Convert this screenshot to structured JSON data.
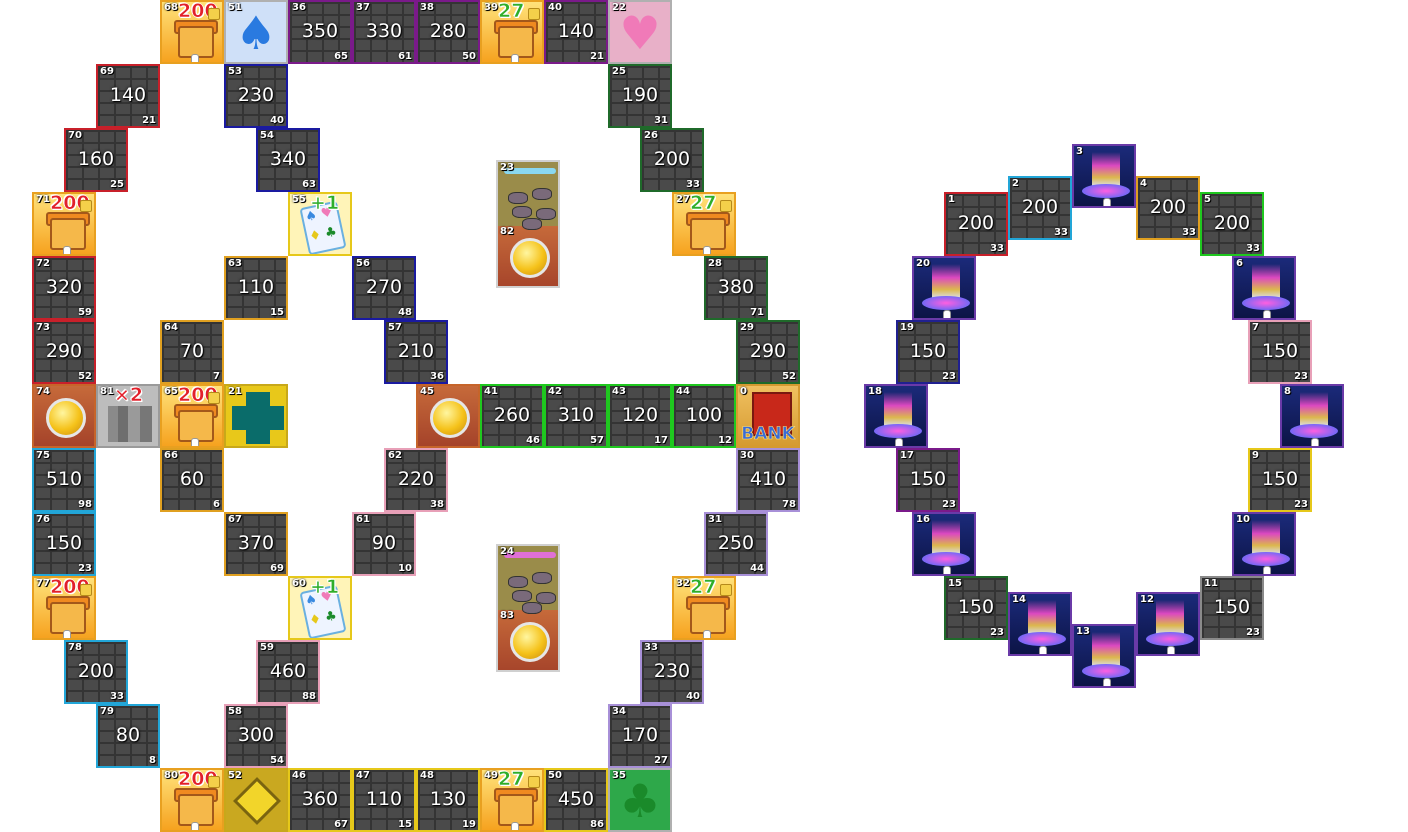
{
  "border_colors": {
    "red": "#c8202a",
    "blue": "#1a1aa0",
    "purple": "#7a1a8a",
    "green": "#1a7a2a",
    "yellow": "#e6c81a",
    "lightblue": "#22a6d8",
    "pink": "#e8a0b8",
    "lavender": "#a890d8",
    "darkgreen": "#1f6a2a",
    "lime": "#1fc81f",
    "orange": "#e0a020",
    "navy": "#202090",
    "gray": "#8a8a8a",
    "violet": "#6a3aa8"
  },
  "board_left": {
    "tiles": [
      {
        "id": "68",
        "type": "shop",
        "badge": "200",
        "badge_color": "red"
      },
      {
        "id": "51",
        "type": "suit",
        "glyph": "♠",
        "glyph_color": "#2a7ae0",
        "bg": "#cfe0f8",
        "icon": "spade-icon"
      },
      {
        "id": "36",
        "type": "prop",
        "price": "350",
        "toll": "65",
        "border": "purple"
      },
      {
        "id": "37",
        "type": "prop",
        "price": "330",
        "toll": "61",
        "border": "purple"
      },
      {
        "id": "38",
        "type": "prop",
        "price": "280",
        "toll": "50",
        "border": "purple"
      },
      {
        "id": "39",
        "type": "shop",
        "badge": "27",
        "badge_color": "green"
      },
      {
        "id": "40",
        "type": "prop",
        "price": "140",
        "toll": "21",
        "border": "purple"
      },
      {
        "id": "22",
        "type": "suit",
        "glyph": "♥",
        "glyph_color": "#f07ab8",
        "bg": "#e8b0c8",
        "icon": "heart-icon"
      },
      {
        "id": "69",
        "type": "prop",
        "price": "140",
        "toll": "21",
        "border": "red"
      },
      {
        "id": "53",
        "type": "prop",
        "price": "230",
        "toll": "40",
        "border": "blue"
      },
      {
        "id": "25",
        "type": "prop",
        "price": "190",
        "toll": "31",
        "border": "darkgreen"
      },
      {
        "id": "70",
        "type": "prop",
        "price": "160",
        "toll": "25",
        "border": "red"
      },
      {
        "id": "54",
        "type": "prop",
        "price": "340",
        "toll": "63",
        "border": "blue"
      },
      {
        "id": "26",
        "type": "prop",
        "price": "200",
        "toll": "33",
        "border": "darkgreen"
      },
      {
        "id": "71",
        "type": "shop",
        "badge": "200",
        "badge_color": "red"
      },
      {
        "id": "55",
        "type": "card",
        "badge": "+1"
      },
      {
        "id": "27",
        "type": "shop",
        "badge": "27",
        "badge_color": "green"
      },
      {
        "id": "72",
        "type": "prop",
        "price": "320",
        "toll": "59",
        "border": "red"
      },
      {
        "id": "63",
        "type": "prop",
        "price": "110",
        "toll": "15",
        "border": "orange"
      },
      {
        "id": "56",
        "type": "prop",
        "price": "270",
        "toll": "48",
        "border": "blue"
      },
      {
        "id": "28",
        "type": "prop",
        "price": "380",
        "toll": "71",
        "border": "darkgreen"
      },
      {
        "id": "73",
        "type": "prop",
        "price": "290",
        "toll": "52",
        "border": "red"
      },
      {
        "id": "64",
        "type": "prop",
        "price": "70",
        "toll": "7",
        "border": "orange"
      },
      {
        "id": "57",
        "type": "prop",
        "price": "210",
        "toll": "36",
        "border": "blue"
      },
      {
        "id": "29",
        "type": "prop",
        "price": "290",
        "toll": "52",
        "border": "darkgreen"
      },
      {
        "id": "74",
        "type": "bonus"
      },
      {
        "id": "81",
        "type": "city",
        "badge": "×2",
        "badge_color": "red"
      },
      {
        "id": "65",
        "type": "shop",
        "badge": "200",
        "badge_color": "red"
      },
      {
        "id": "21",
        "type": "cross"
      },
      {
        "id": "45",
        "type": "bonus"
      },
      {
        "id": "41",
        "type": "prop",
        "price": "260",
        "toll": "46",
        "border": "lime"
      },
      {
        "id": "42",
        "type": "prop",
        "price": "310",
        "toll": "57",
        "border": "lime"
      },
      {
        "id": "43",
        "type": "prop",
        "price": "120",
        "toll": "17",
        "border": "lime"
      },
      {
        "id": "44",
        "type": "prop",
        "price": "100",
        "toll": "12",
        "border": "lime"
      },
      {
        "id": "0",
        "type": "bank",
        "label": "BANK"
      },
      {
        "id": "75",
        "type": "prop",
        "price": "510",
        "toll": "98",
        "border": "lightblue"
      },
      {
        "id": "66",
        "type": "prop",
        "price": "60",
        "toll": "6",
        "border": "orange"
      },
      {
        "id": "62",
        "type": "prop",
        "price": "220",
        "toll": "38",
        "border": "pink"
      },
      {
        "id": "30",
        "type": "prop",
        "price": "410",
        "toll": "78",
        "border": "lavender"
      },
      {
        "id": "76",
        "type": "prop",
        "price": "150",
        "toll": "23",
        "border": "lightblue"
      },
      {
        "id": "67",
        "type": "prop",
        "price": "370",
        "toll": "69",
        "border": "orange"
      },
      {
        "id": "61",
        "type": "prop",
        "price": "90",
        "toll": "10",
        "border": "pink"
      },
      {
        "id": "31",
        "type": "prop",
        "price": "250",
        "toll": "44",
        "border": "lavender"
      },
      {
        "id": "77",
        "type": "shop",
        "badge": "200",
        "badge_color": "red"
      },
      {
        "id": "60",
        "type": "card",
        "badge": "+1"
      },
      {
        "id": "32",
        "type": "shop",
        "badge": "27",
        "badge_color": "green"
      },
      {
        "id": "78",
        "type": "prop",
        "price": "200",
        "toll": "33",
        "border": "lightblue"
      },
      {
        "id": "59",
        "type": "prop",
        "price": "460",
        "toll": "88",
        "border": "pink"
      },
      {
        "id": "33",
        "type": "prop",
        "price": "230",
        "toll": "40",
        "border": "lavender"
      },
      {
        "id": "79",
        "type": "prop",
        "price": "80",
        "toll": "8",
        "border": "lightblue"
      },
      {
        "id": "58",
        "type": "prop",
        "price": "300",
        "toll": "54",
        "border": "pink"
      },
      {
        "id": "34",
        "type": "prop",
        "price": "170",
        "toll": "27",
        "border": "lavender"
      },
      {
        "id": "80",
        "type": "shop",
        "badge": "200",
        "badge_color": "red"
      },
      {
        "id": "52",
        "type": "diamond"
      },
      {
        "id": "46",
        "type": "prop",
        "price": "360",
        "toll": "67",
        "border": "yellow"
      },
      {
        "id": "47",
        "type": "prop",
        "price": "110",
        "toll": "15",
        "border": "yellow"
      },
      {
        "id": "48",
        "type": "prop",
        "price": "130",
        "toll": "19",
        "border": "yellow"
      },
      {
        "id": "49",
        "type": "shop",
        "badge": "27",
        "badge_color": "green"
      },
      {
        "id": "50",
        "type": "prop",
        "price": "450",
        "toll": "86",
        "border": "yellow"
      },
      {
        "id": "35",
        "type": "suit",
        "glyph": "♣",
        "glyph_color": "#1a8a2a",
        "bg": "#2ea84a",
        "icon": "club-icon"
      }
    ],
    "rocks": [
      {
        "id": "23",
        "bonus_id": "82",
        "bar": "#8ad8f0"
      },
      {
        "id": "24",
        "bonus_id": "83",
        "bar": "#e070d8"
      }
    ]
  },
  "board_right": {
    "tiles": [
      {
        "id": "1",
        "type": "prop",
        "price": "200",
        "toll": "33",
        "border": "red"
      },
      {
        "id": "2",
        "type": "prop",
        "price": "200",
        "toll": "33",
        "border": "lightblue"
      },
      {
        "id": "3",
        "type": "warp"
      },
      {
        "id": "4",
        "type": "prop",
        "price": "200",
        "toll": "33",
        "border": "orange"
      },
      {
        "id": "5",
        "type": "prop",
        "price": "200",
        "toll": "33",
        "border": "lime"
      },
      {
        "id": "20",
        "type": "warp"
      },
      {
        "id": "6",
        "type": "warp"
      },
      {
        "id": "19",
        "type": "prop",
        "price": "150",
        "toll": "23",
        "border": "navy"
      },
      {
        "id": "7",
        "type": "prop",
        "price": "150",
        "toll": "23",
        "border": "pink"
      },
      {
        "id": "18",
        "type": "warp"
      },
      {
        "id": "8",
        "type": "warp"
      },
      {
        "id": "17",
        "type": "prop",
        "price": "150",
        "toll": "23",
        "border": "purple"
      },
      {
        "id": "9",
        "type": "prop",
        "price": "150",
        "toll": "23",
        "border": "yellow"
      },
      {
        "id": "16",
        "type": "warp"
      },
      {
        "id": "10",
        "type": "warp"
      },
      {
        "id": "15",
        "type": "prop",
        "price": "150",
        "toll": "23",
        "border": "darkgreen"
      },
      {
        "id": "14",
        "type": "warp"
      },
      {
        "id": "12",
        "type": "warp"
      },
      {
        "id": "11",
        "type": "prop",
        "price": "150",
        "toll": "23",
        "border": "gray"
      },
      {
        "id": "13",
        "type": "warp"
      }
    ]
  }
}
